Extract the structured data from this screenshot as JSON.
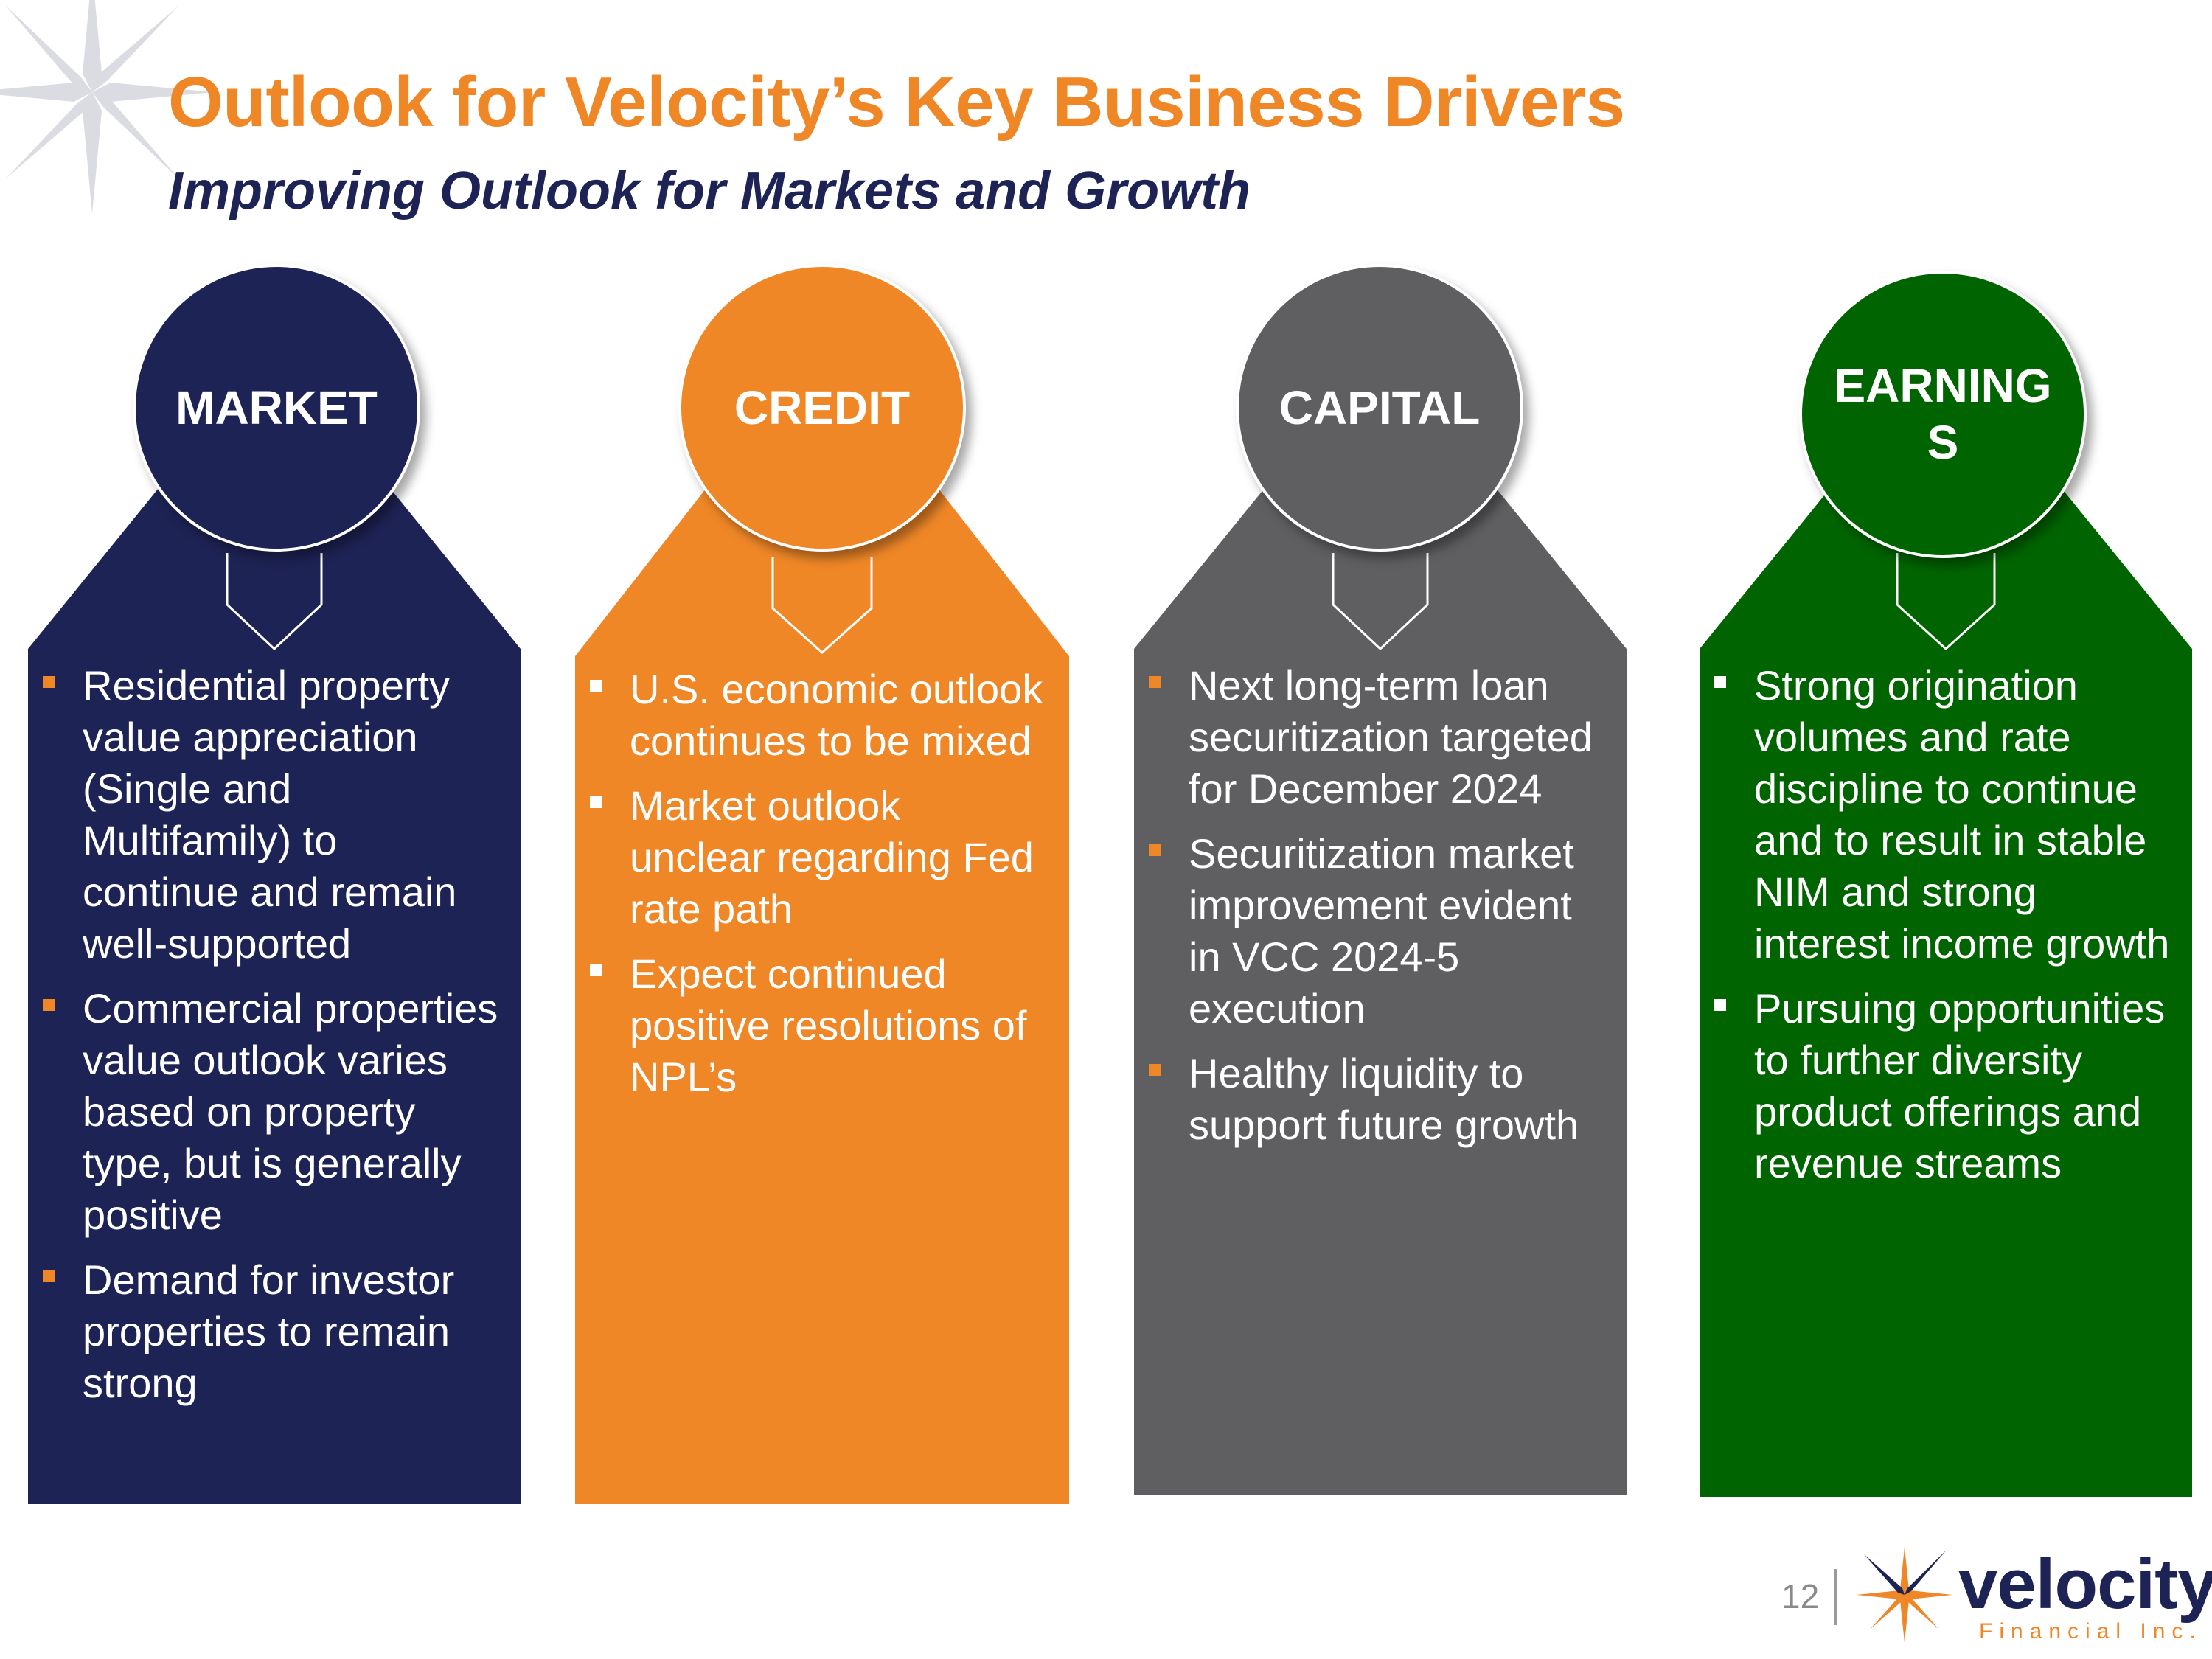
{
  "slide": {
    "title": "Outlook for Velocity’s Key Business Drivers",
    "subtitle": "Improving Outlook for Markets and Growth",
    "page_number": "12"
  },
  "logo": {
    "word": "velocity",
    "sub": "Financial Inc."
  },
  "colors": {
    "orange": "#EF8727",
    "navy": "#1E2355",
    "gray": "#5F5F62",
    "green": "#006400",
    "bullet_orange": "#EF8727",
    "bullet_white": "#ffffff"
  },
  "pillars": [
    {
      "label": "MARKET",
      "bullets": [
        "Residential property value appreciation (Single and Multifamily) to continue and remain well-supported",
        "Commercial properties value outlook varies based on property type, but is generally positive",
        "Demand for investor properties to remain strong"
      ]
    },
    {
      "label": "CREDIT",
      "bullets": [
        "U.S. economic outlook continues to be mixed",
        "Market outlook unclear regarding Fed rate path",
        "Expect continued positive resolutions of NPL’s"
      ]
    },
    {
      "label": "CAPITAL",
      "bullets": [
        "Next long-term loan securitization targeted for December 2024",
        "Securitization market improvement evident in VCC 2024-5 execution",
        "Healthy liquidity to support future growth"
      ]
    },
    {
      "label": "EARNINGS",
      "bullets": [
        "Strong origination volumes and rate discipline to continue and to result in stable NIM and strong interest income growth",
        "Pursuing opportunities to further diversity product offerings and revenue streams"
      ]
    }
  ]
}
